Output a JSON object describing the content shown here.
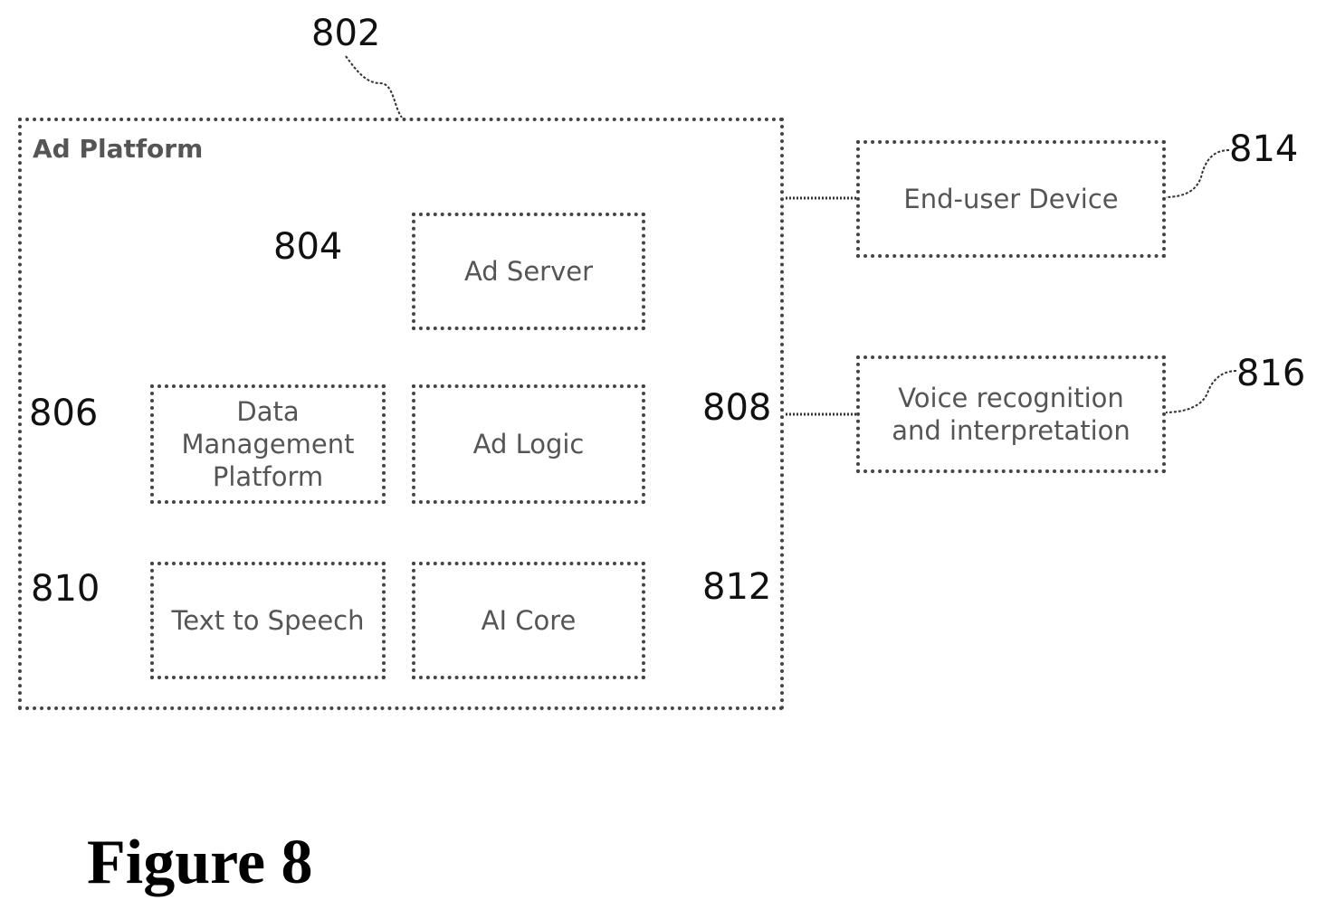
{
  "platform": {
    "label": "Ad Platform",
    "ref": "802"
  },
  "blocks": {
    "ad_server": {
      "label": "Ad Server",
      "ref": "804"
    },
    "data_management": {
      "label": "Data\nManagement\nPlatform",
      "ref": "806"
    },
    "ad_logic": {
      "label": "Ad Logic",
      "ref": "808"
    },
    "text_to_speech": {
      "label": "Text to Speech",
      "ref": "810"
    },
    "ai_core": {
      "label": "AI Core",
      "ref": "812"
    },
    "end_user_device": {
      "label": "End-user Device",
      "ref": "814"
    },
    "voice_recognition": {
      "label": "Voice recognition\nand interpretation",
      "ref": "816"
    }
  },
  "caption": "Figure 8"
}
